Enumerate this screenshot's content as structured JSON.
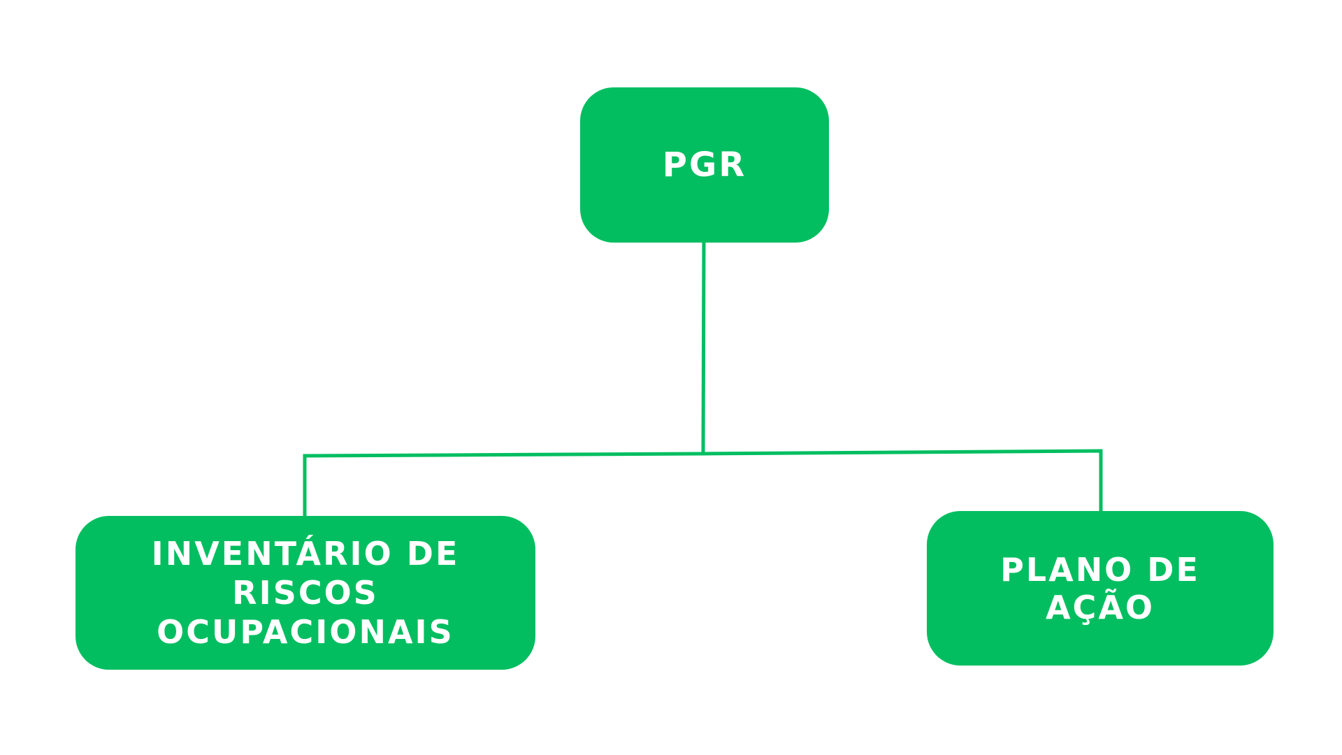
{
  "colors": {
    "node_fill": "#02be60",
    "connector": "#02be60",
    "text": "#ffffff",
    "background": "#ffffff"
  },
  "nodes": {
    "root": {
      "label": "PGR"
    },
    "left": {
      "label_line1": "INVENTÁRIO DE RISCOS",
      "label_line2": "OCUPACIONAIS"
    },
    "right": {
      "label": "PLANO DE AÇÃO"
    }
  },
  "edges": [
    {
      "from": "root",
      "to": "left"
    },
    {
      "from": "root",
      "to": "right"
    }
  ]
}
